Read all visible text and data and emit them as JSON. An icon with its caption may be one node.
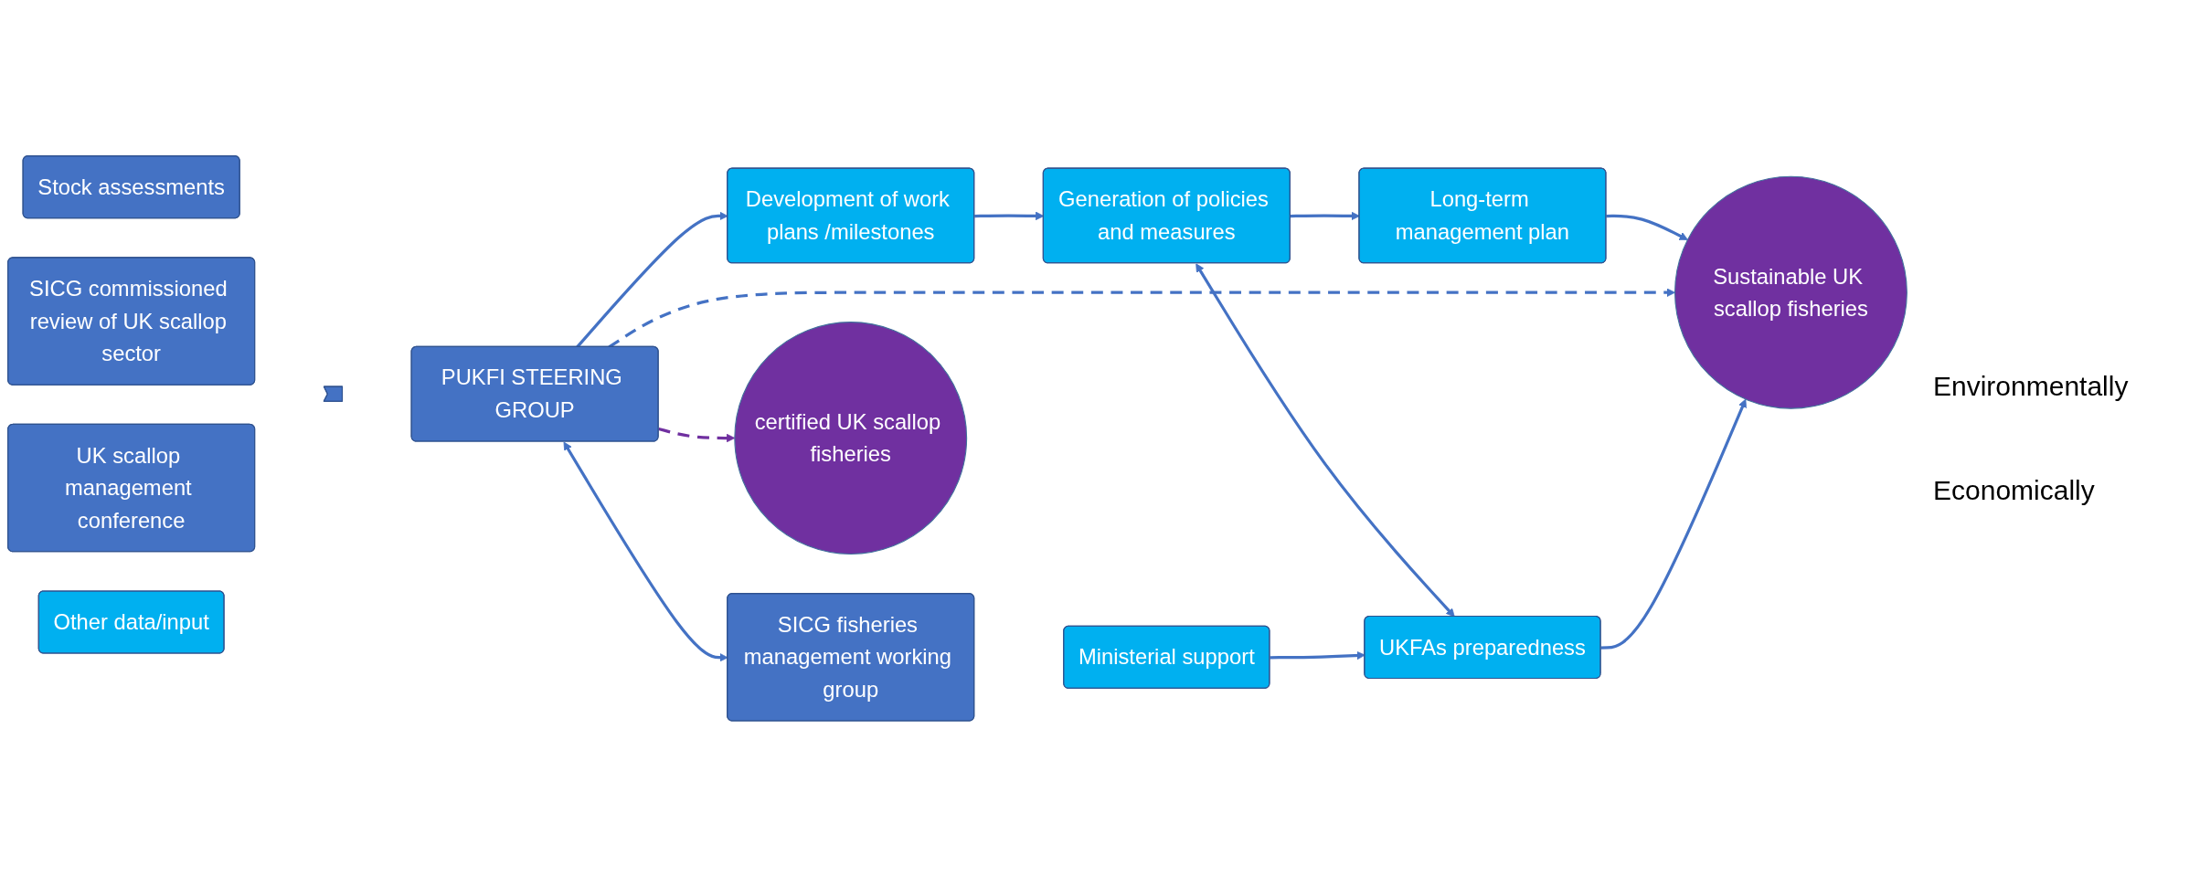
{
  "diagram": {
    "nodes": [
      {
        "text": [
          "Stock assessments"
        ]
      },
      {
        "text": [
          "SICG commissioned review of UK scallop sector"
        ]
      },
      {
        "text": [
          "UK scallop management conference"
        ]
      },
      {
        "text": [
          "Other data/input"
        ]
      },
      {
        "text": [],
        "shape": "arrow"
      },
      {
        "text": [
          "PUKFI STEERING GROUP"
        ]
      },
      {
        "text": [
          "SICG fisheries management working group"
        ]
      },
      {
        "text": [
          "Development of work plans /milestones"
        ]
      },
      {
        "text": [
          "Generation of policies and measures"
        ]
      },
      {
        "text": [
          "Long-term management plan"
        ]
      },
      {
        "text": [
          "Sustainable UK scallop fisheries"
        ]
      },
      {
        "text": [
          "certified UK scallop fisheries"
        ]
      },
      {
        "text": [
          "Ministerial support"
        ]
      },
      {
        "text": [
          "UKFAs preparedness"
        ]
      }
    ],
    "edges": [
      {
        "from": 5,
        "to": 6,
        "arrow": "both"
      },
      {
        "from": 5,
        "to": 7,
        "arrow": "to"
      },
      {
        "from": 7,
        "to": 8,
        "arrow": "to"
      },
      {
        "from": 8,
        "to": 9,
        "arrow": "to"
      },
      {
        "from": 9,
        "to": 10,
        "arrow": "to"
      },
      {
        "from": 5,
        "to": 11,
        "arrow": "to",
        "style": "dashed",
        "color": "#7030a0"
      },
      {
        "from": 5,
        "to": 10,
        "arrow": "to",
        "style": "dashed"
      },
      {
        "from": 8,
        "to": 13,
        "arrow": "both"
      },
      {
        "from": 12,
        "to": 13,
        "arrow": "to"
      },
      {
        "from": 13,
        "to": 10,
        "arrow": "to"
      }
    ],
    "labels": [
      "Environmentally",
      "Economically"
    ]
  }
}
